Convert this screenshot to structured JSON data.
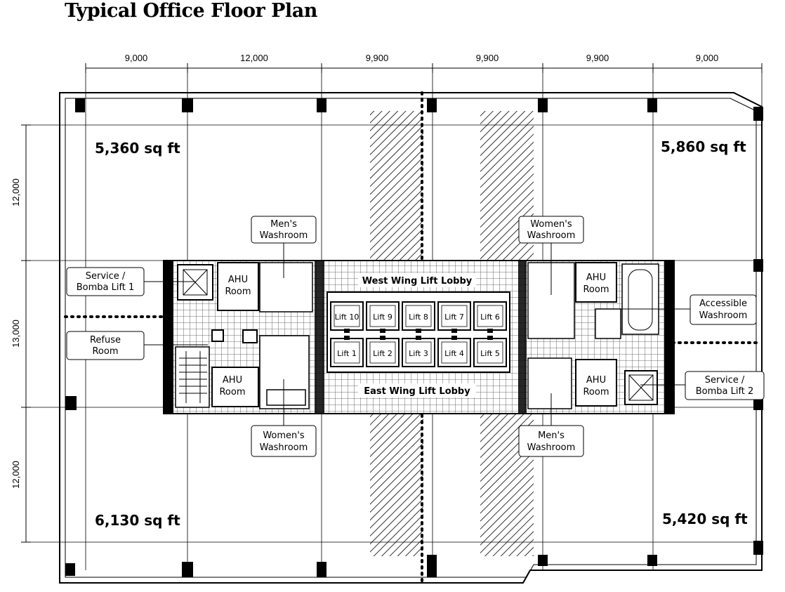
{
  "title": "Typical Office Floor Plan",
  "dimensions": {
    "top": [
      "9,000",
      "12,000",
      "9,900",
      "9,900",
      "9,900",
      "9,000"
    ],
    "left": [
      "12,000",
      "13,000",
      "12,000"
    ]
  },
  "areas": {
    "nw": "5,360 sq ft",
    "ne": "5,860 sq ft",
    "sw": "6,130 sq ft",
    "se": "5,420 sq ft"
  },
  "callouts": {
    "mens_washroom_w": [
      "Men's",
      "Washroom"
    ],
    "womens_washroom_e": [
      "Women's",
      "Washroom"
    ],
    "service_lift_1": [
      "Service /",
      "Bomba Lift 1"
    ],
    "refuse_room": [
      "Refuse",
      "Room"
    ],
    "womens_washroom_w": [
      "Women's",
      "Washroom"
    ],
    "mens_washroom_e": [
      "Men's",
      "Washroom"
    ],
    "accessible_washroom": [
      "Accessible",
      "Washroom"
    ],
    "service_lift_2": [
      "Service /",
      "Bomba Lift 2"
    ]
  },
  "rooms": {
    "ahu": [
      "AHU",
      "Room"
    ]
  },
  "lobbies": {
    "west": "West Wing Lift Lobby",
    "east": "East Wing Lift Lobby"
  },
  "lifts_top": [
    "Lift 10",
    "Lift 9",
    "Lift 8",
    "Lift 7",
    "Lift 6"
  ],
  "lifts_bottom": [
    "Lift 1",
    "Lift 2",
    "Lift 3",
    "Lift 4",
    "Lift 5"
  ]
}
